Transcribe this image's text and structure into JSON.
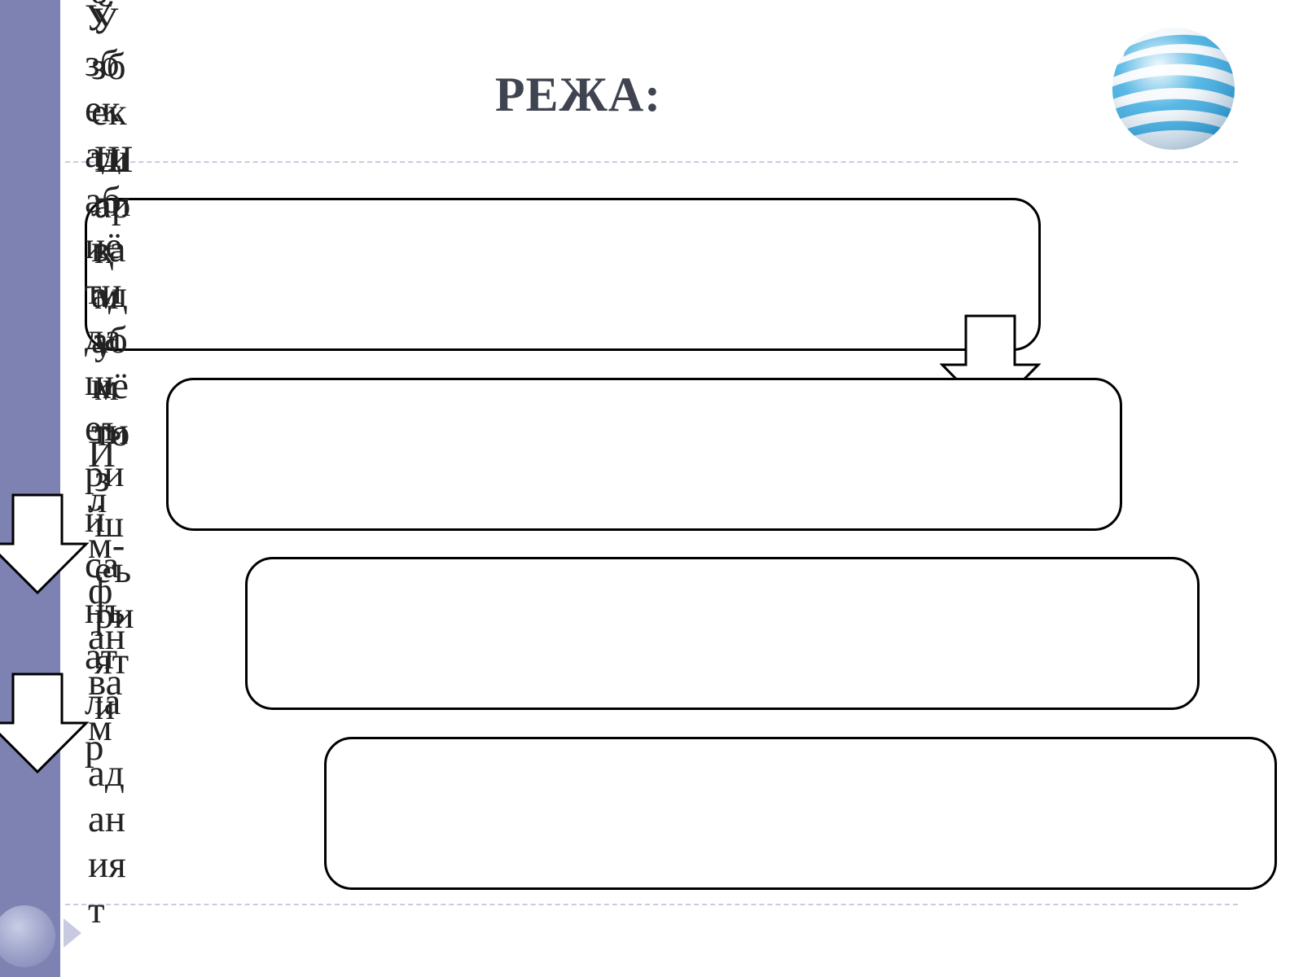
{
  "slide": {
    "title": "РЕЖА:",
    "boxes": [
      {
        "text": "Ўзбек адабиётида шеърий санъатлар"
      },
      {
        "text": "Илм-фан ва маданият"
      },
      {
        "text": "Ўзбек тили ва адабиёти"
      },
      {
        "text": "Шарқ мумтоз шеърияти"
      }
    ],
    "colors": {
      "sidebar": "#7e82b3",
      "title": "#3f4450",
      "globe_stripes": "#2fa6de",
      "box_border": "#000000"
    },
    "icons": [
      "att-globe-logo",
      "down-arrow-icon"
    ]
  }
}
